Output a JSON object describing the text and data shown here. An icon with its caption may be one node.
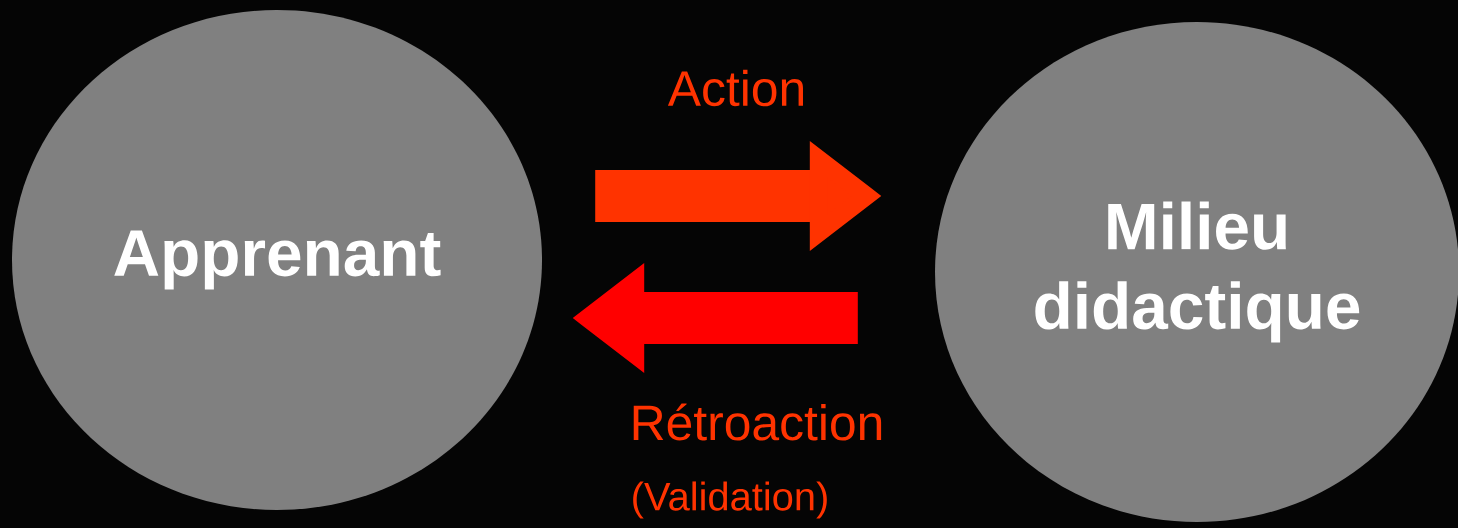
{
  "diagram": {
    "nodes": [
      {
        "text": [
          "Apprenant"
        ]
      },
      {
        "text": [
          "Milieu didactique"
        ]
      }
    ],
    "edges": [
      {
        "from": 0,
        "to": 1,
        "arrow": "to",
        "label": "Action",
        "color": "#ff3300"
      },
      {
        "from": 1,
        "to": 0,
        "arrow": "to",
        "label": "Rétroaction",
        "color": "#ff0000"
      }
    ],
    "labels": [
      "(Validation)"
    ]
  }
}
